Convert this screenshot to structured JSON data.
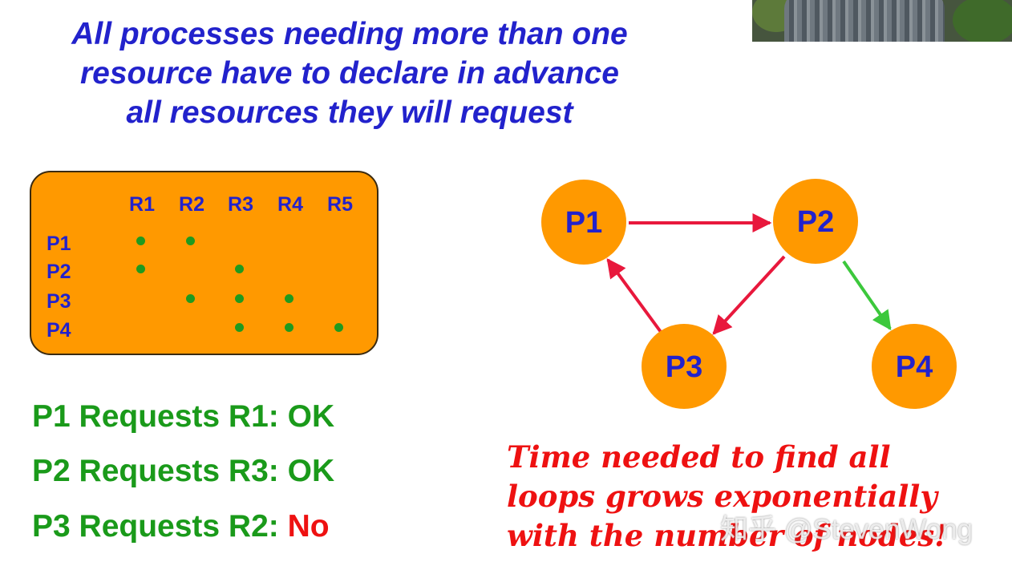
{
  "title_lines": [
    "All processes needing more than one",
    "resource have to declare in advance",
    "all resources they will request"
  ],
  "table": {
    "columns": [
      "R1",
      "R2",
      "R3",
      "R4",
      "R5"
    ],
    "rows": [
      {
        "label": "P1",
        "needs": [
          true,
          true,
          false,
          false,
          false
        ]
      },
      {
        "label": "P2",
        "needs": [
          true,
          false,
          true,
          false,
          false
        ]
      },
      {
        "label": "P3",
        "needs": [
          false,
          true,
          true,
          true,
          false
        ]
      },
      {
        "label": "P4",
        "needs": [
          false,
          false,
          true,
          true,
          true
        ]
      }
    ]
  },
  "requests": [
    {
      "text": "P1 Requests R1: ",
      "result": "OK",
      "status": "ok"
    },
    {
      "text": "P2 Requests R3: ",
      "result": "OK",
      "status": "ok"
    },
    {
      "text": "P3 Requests R2: ",
      "result": "No",
      "status": "no"
    }
  ],
  "graph": {
    "nodes": [
      "P1",
      "P2",
      "P3",
      "P4"
    ],
    "edges": [
      {
        "from": "P1",
        "to": "P2",
        "color": "#e8183c"
      },
      {
        "from": "P2",
        "to": "P3",
        "color": "#e8183c"
      },
      {
        "from": "P3",
        "to": "P1",
        "color": "#e8183c"
      },
      {
        "from": "P2",
        "to": "P4",
        "color": "#3cc83c"
      }
    ],
    "node_color": "#ff9900"
  },
  "note_lines": [
    "Time needed to find all",
    "loops grows exponentially",
    "with the number of nodes!"
  ],
  "watermark": "知乎 @StevenWong"
}
